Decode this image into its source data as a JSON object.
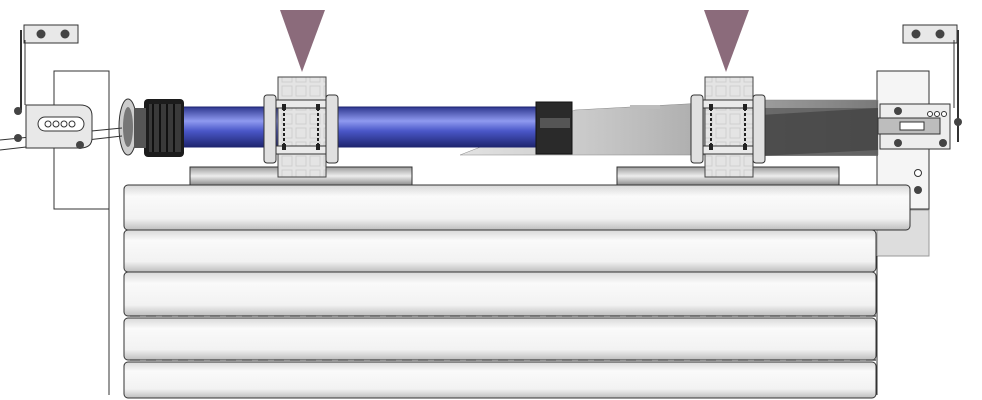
{
  "diagram": {
    "subject": "roller-shutter-with-tubular-motor",
    "components": [
      "left-bracket",
      "right-bracket",
      "tubular-motor",
      "motor-head",
      "winding-tube",
      "support-clip-left",
      "support-clip-right",
      "shutter-curtain",
      "guide-rail-left",
      "guide-rail-right"
    ],
    "markers": {
      "count": 2,
      "shape": "downward-triangle",
      "color": "#8B6B7B"
    },
    "colors": {
      "motor_tube": "#4A57C8",
      "motor_tube_highlight": "#8F9AF0",
      "motor_head": "#1C1C1C",
      "slat_fill": "#EEEEEE",
      "slat_shadow": "#BDBDBD",
      "outline": "#333333",
      "clip_fill": "#E3E3E3",
      "marker": "#8B6B7B"
    },
    "slat_count": 5
  }
}
